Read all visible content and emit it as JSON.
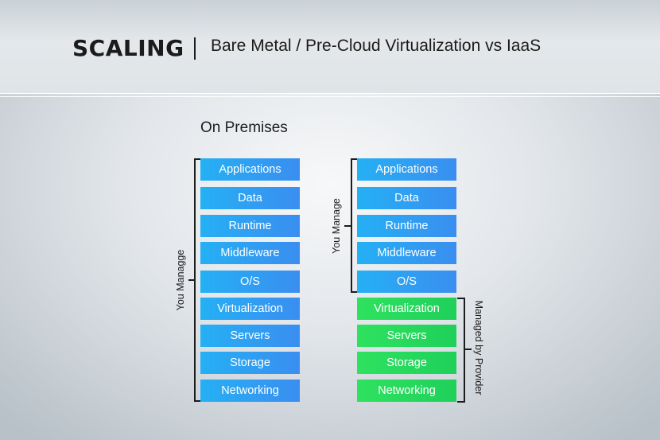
{
  "header": {
    "title": "SCALING",
    "subtitle": "Bare Metal / Pre-Cloud Virtualization vs IaaS"
  },
  "on_premises": {
    "title": "On Premises",
    "bracket_label": "You Managge",
    "layers": [
      "Applications",
      "Data",
      "Runtime",
      "Middleware",
      "O/S",
      "Virtualization",
      "Servers",
      "Storage",
      "Networking"
    ]
  },
  "iaas": {
    "user_bracket_label": "You Manage",
    "provider_bracket_label": "Managed by Provider",
    "user_layers": [
      "Applications",
      "Data",
      "Runtime",
      "Middleware",
      "O/S"
    ],
    "provider_layers": [
      "Virtualization",
      "Servers",
      "Storage",
      "Networking"
    ]
  },
  "colors": {
    "user_managed": "#2fa3f3",
    "provider_managed": "#26da5c",
    "text": "#1b1b1b"
  }
}
